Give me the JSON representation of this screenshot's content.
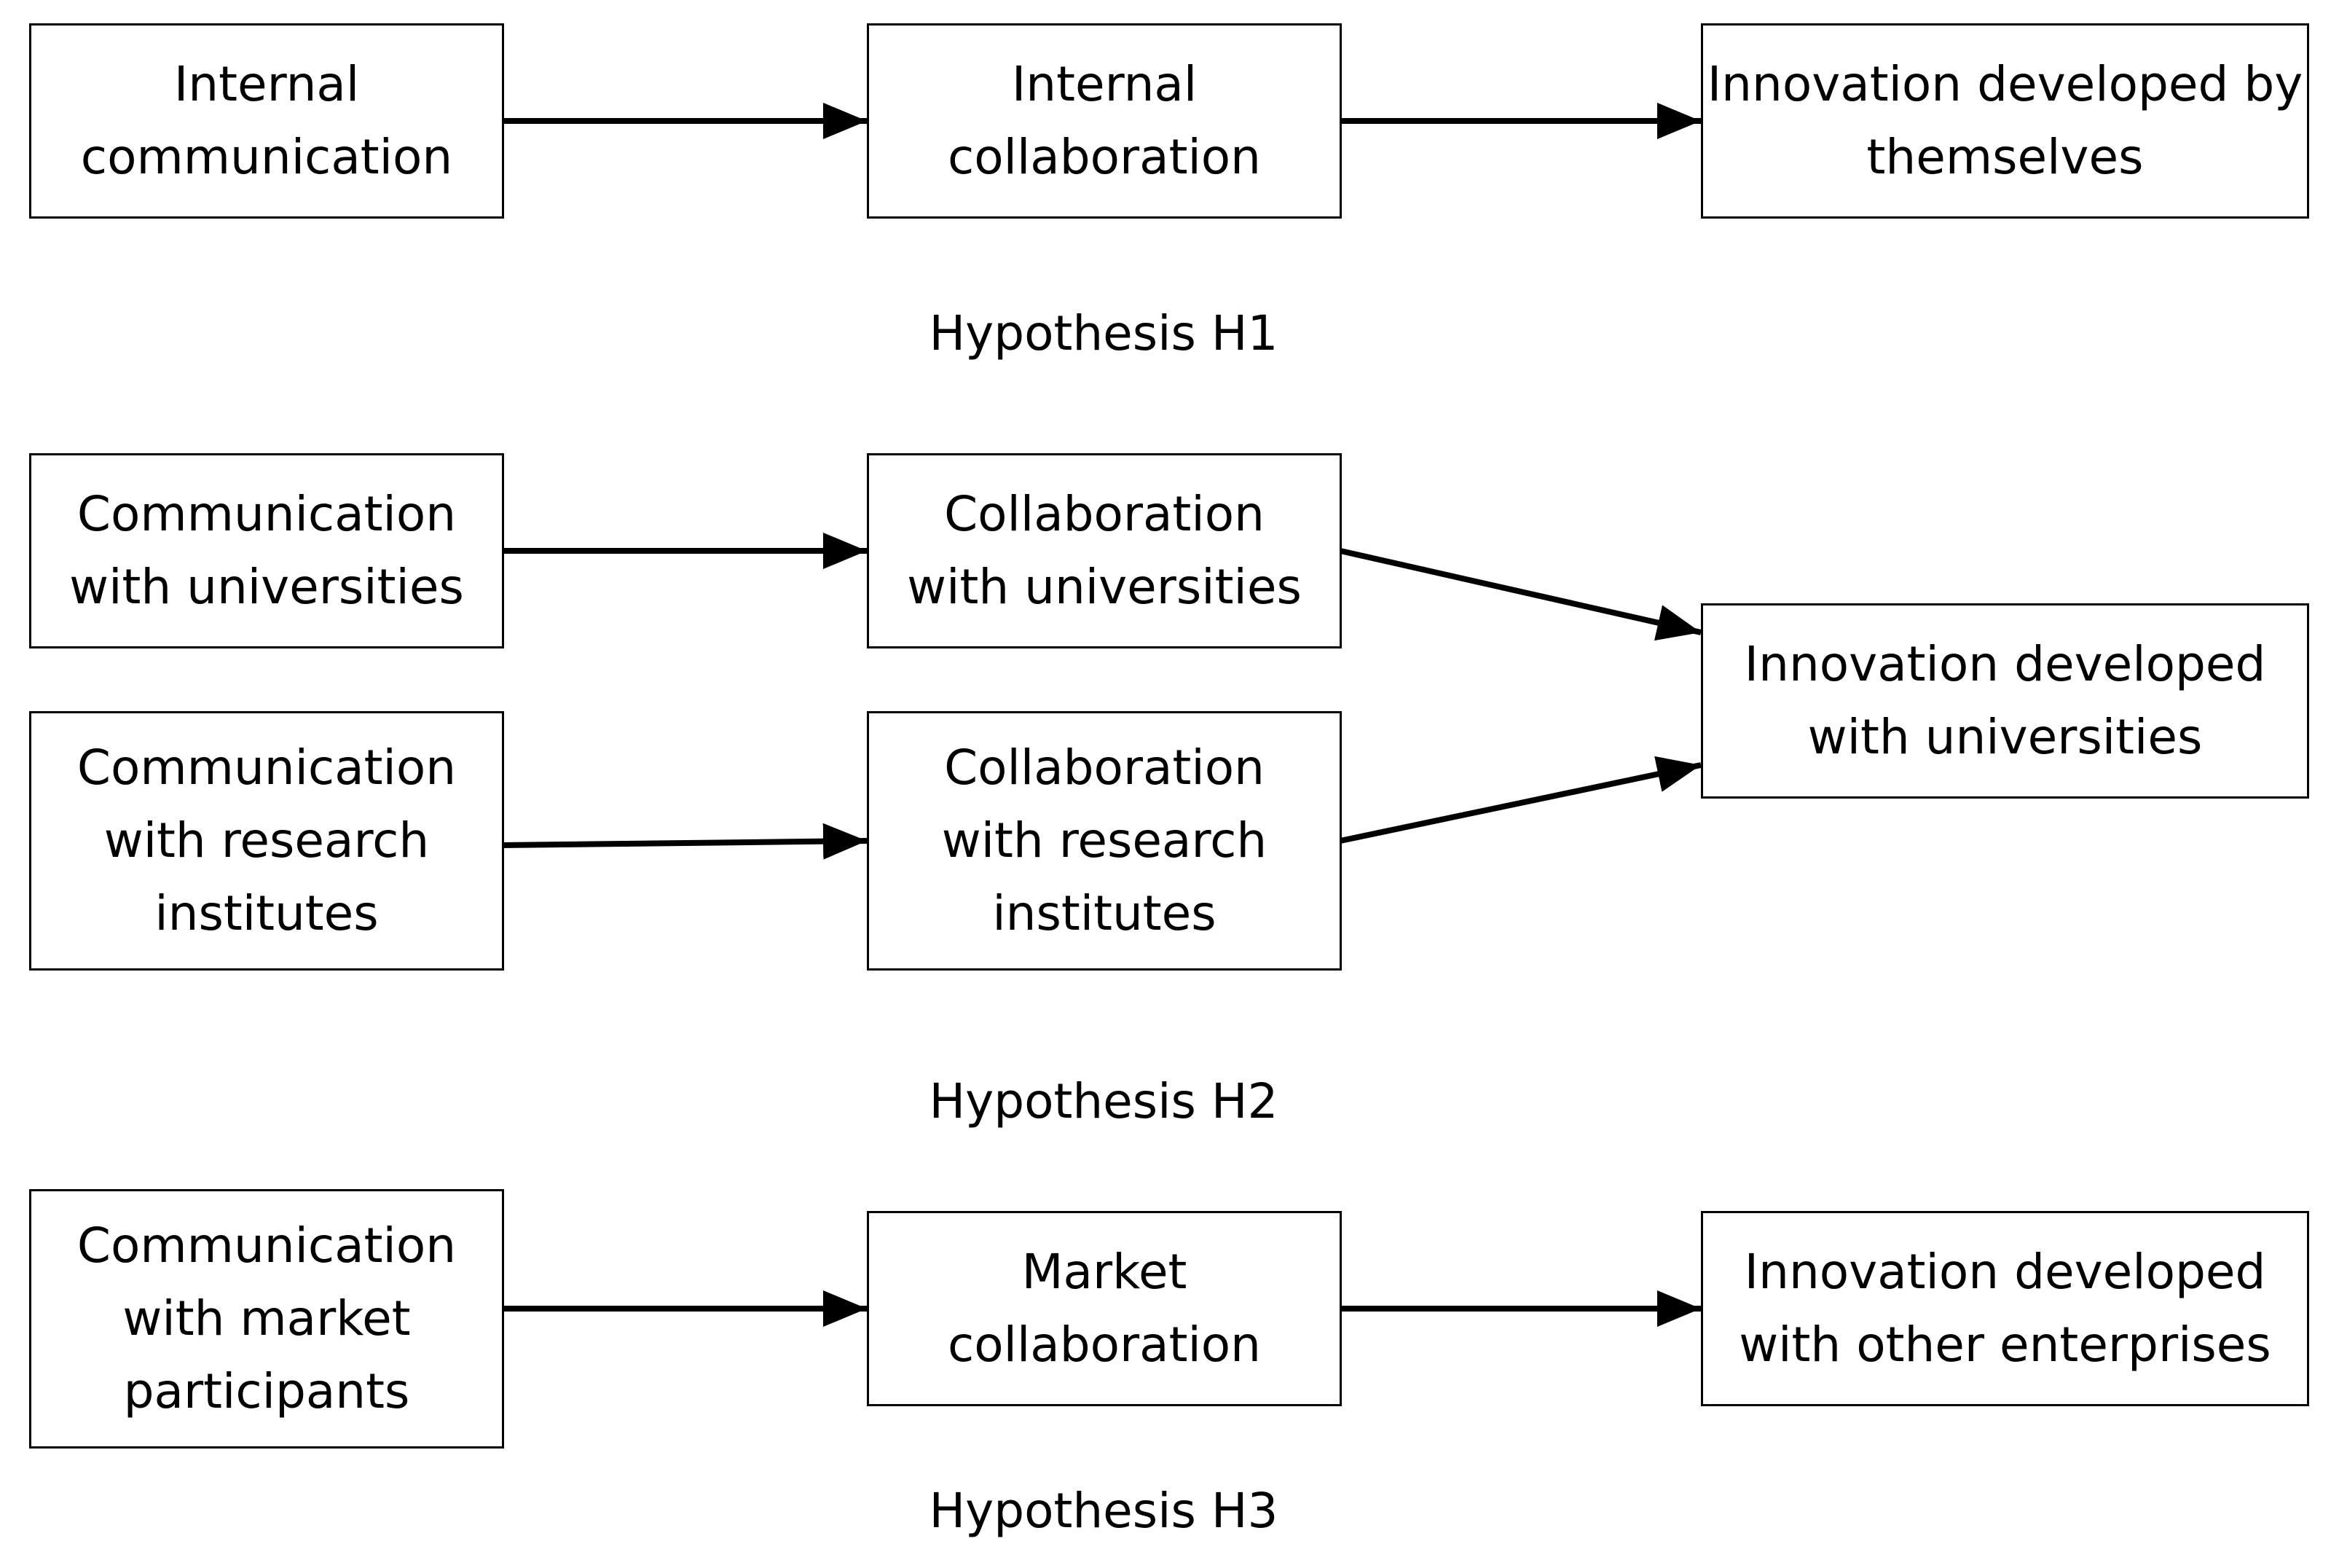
{
  "hypotheses": {
    "h1": {
      "caption": "Hypothesis H1",
      "internal_communication": "Internal communication",
      "internal_collaboration": "Internal collaboration",
      "innovation_themselves": "Innovation developed by themselves"
    },
    "h2": {
      "caption": "Hypothesis H2",
      "communication_universities": "Communication with universities",
      "collaboration_universities": "Collaboration with universities",
      "communication_research": "Communication with research institutes",
      "collaboration_research": "Collaboration with research institutes",
      "innovation_universities": "Innovation developed with universities"
    },
    "h3": {
      "caption": "Hypothesis H3",
      "communication_market": "Communication with market participants",
      "market_collaboration": "Market collaboration",
      "innovation_enterprises": "Innovation developed with other enterprises"
    }
  }
}
